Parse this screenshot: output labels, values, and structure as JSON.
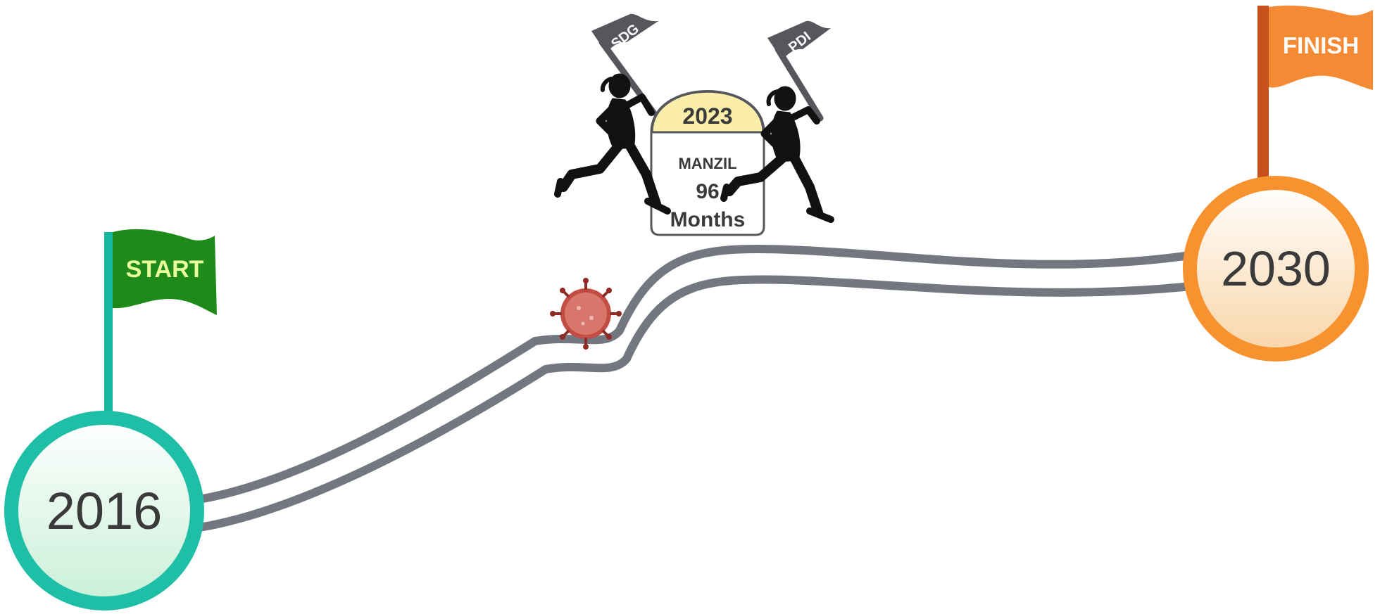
{
  "start": {
    "year": "2016",
    "flag_label": "START"
  },
  "finish": {
    "year": "2030",
    "flag_label": "FINISH"
  },
  "milestone": {
    "year": "2023",
    "caption": "MANZIL",
    "duration_value": "96",
    "duration_unit": "Months"
  },
  "runners": [
    {
      "flag_label": "SDG"
    },
    {
      "flag_label": "PDI"
    }
  ],
  "obstacle": {
    "icon": "virus-icon"
  },
  "colors": {
    "road": "#737780",
    "start_ring": "#1fbfa7",
    "start_fill_top": "#ffffff",
    "start_fill_bottom": "#c9f0d8",
    "start_flag": "#1e8a1a",
    "start_pole": "#16b9a0",
    "finish_ring": "#f7922e",
    "finish_fill_top": "#ffffff",
    "finish_fill_bottom": "#f9d5a8",
    "finish_flag": "#f58a34",
    "finish_pole": "#c8501d",
    "milestone_cap": "#fbeeaa",
    "runner_flag": "#55575d",
    "silhouette": "#111111",
    "virus": "#b63a32"
  }
}
